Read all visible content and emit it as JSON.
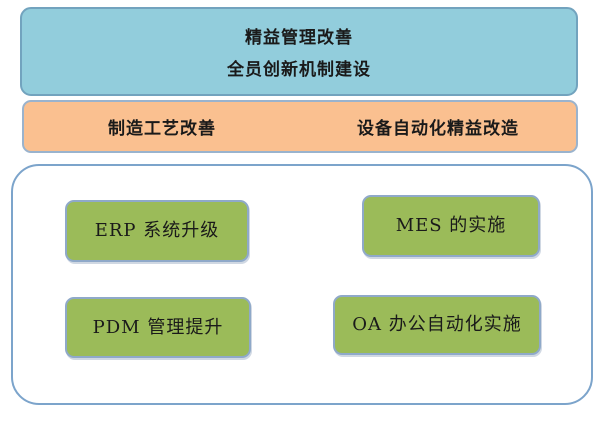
{
  "top_box": {
    "line1": "精益管理改善",
    "line2": "全员创新机制建设"
  },
  "middle_box": {
    "left_label": "制造工艺改善",
    "right_label": "设备自动化精益改造"
  },
  "nodes": [
    {
      "label": "ERP 系统升级"
    },
    {
      "label": "MES 的实施"
    },
    {
      "label": "PDM 管理提升"
    },
    {
      "label": "OA 办公自动化实施"
    }
  ],
  "colors": {
    "top_bg": "#92CDDC",
    "top_border": "#72A3BE",
    "middle_bg": "#FAC090",
    "middle_border": "#9AB3CD",
    "container_bg": "#FFFFFF",
    "container_border": "#7CA4CB",
    "node_bg": "#9BBB59",
    "node_border": "#8FA9C9",
    "text": "#1A1A1A"
  }
}
